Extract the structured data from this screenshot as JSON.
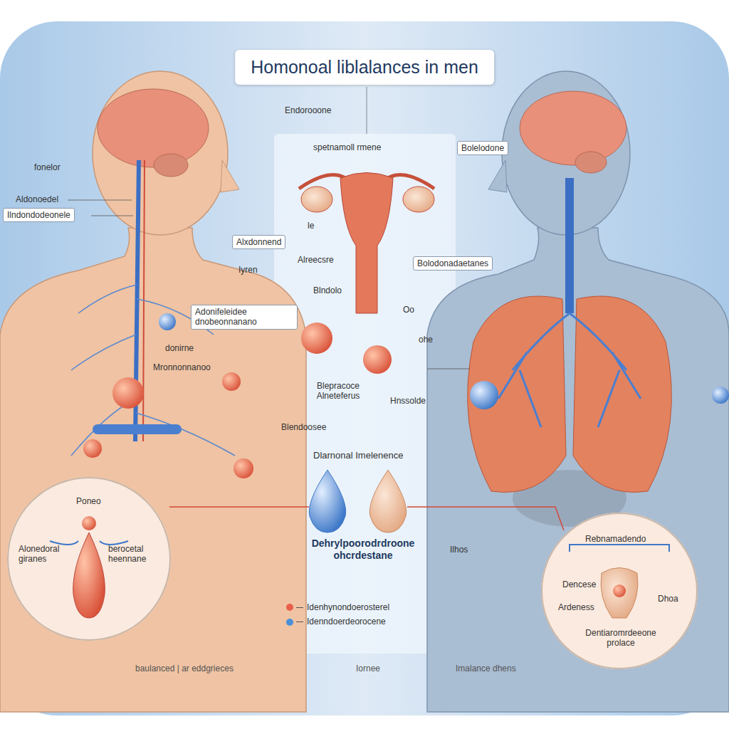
{
  "diagram": {
    "title": "Homonoal liblalances in men",
    "nodes": [
      {
        "text": [
          "Bolelodone"
        ]
      },
      {
        "text": [
          "Ilndondodeonele"
        ]
      },
      {
        "text": [
          "Alxdonnend"
        ]
      },
      {
        "text": [
          "Bolodonadaetanes"
        ]
      },
      {
        "text": [
          "Adonifeleidee dnobeonnanano"
        ]
      },
      {
        "text": [
          "Poneo",
          "Alonedoral giranes",
          "berocetal heennane"
        ]
      },
      {
        "text": [
          "Rebnamadendo",
          "Dencese",
          "Ardeness",
          "Dhoa",
          "Dentiaromrdeeone prolace"
        ]
      }
    ],
    "labels": [
      "Endorooone",
      "spetnamoll rmene",
      "fonelor",
      "Aldonoedel",
      "le",
      "Alreecsre",
      "Iyren",
      "Blndolo",
      "Oo",
      "ohe",
      "donirne",
      "Mronnonnanoo",
      "Blepracoce Alneteferus",
      "Hnssolde",
      "Blendoosee",
      "Dlarnonal Imelenence",
      "Dehrylpoorodrdroone ohcrdestane",
      "Ilhos",
      "baulanced | ar eddgrieces",
      "Iornee",
      "Imalance dhens"
    ],
    "legend": [
      {
        "text": "Idenhynondoerosterel",
        "color": "#e8604a"
      },
      {
        "text": "Idenndoerdeorocene",
        "color": "#4a90d9"
      }
    ]
  }
}
